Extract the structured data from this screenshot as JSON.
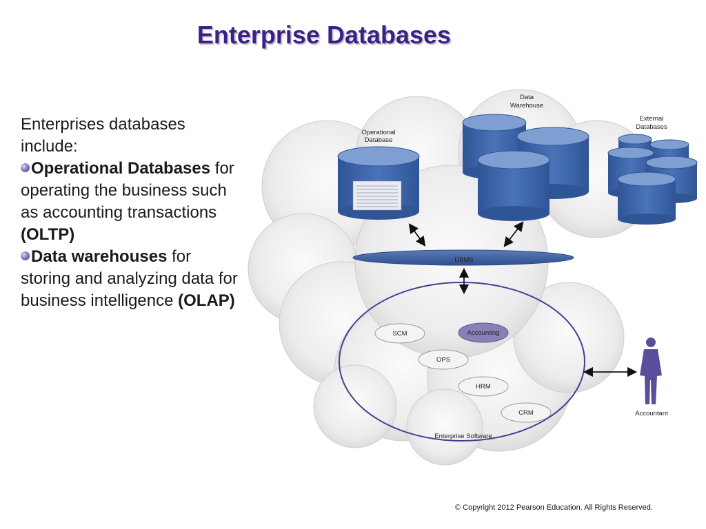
{
  "slide": {
    "title": "Enterprise Databases",
    "intro": "Enterprises databases include:",
    "bullets": [
      {
        "term": "Operational Databases",
        "text_1": " for operating the business such as accounting transactions ",
        "term_2": "(OLTP)"
      },
      {
        "term": "Data warehouses",
        "text_1": " for storing and analyzing data for business intelligence ",
        "term_2": "(OLAP)"
      }
    ],
    "footer": "© Copyright 2012 Pearson Education. All Rights Reserved."
  },
  "diagram": {
    "operational_db": {
      "line1": "Operational",
      "line2": "Database"
    },
    "data_warehouse": {
      "line1": "Data",
      "line2": "Warehouse"
    },
    "external_dbs": {
      "line1": "External",
      "line2": "Databases"
    },
    "dbms": "DBMS",
    "modules": {
      "scm": "SCM",
      "accounting": "Accounting",
      "ops": "OPS",
      "hrm": "HRM",
      "crm": "CRM"
    },
    "enterprise_software": "Enterprise Software",
    "accountant": "Accountant"
  },
  "colors": {
    "title": "#3d1f86",
    "cylinder": "#3f6aad",
    "cylinder_top": "#6d8fc8",
    "dbms": "#3e5f9c",
    "accounting": "#8a80b8"
  }
}
